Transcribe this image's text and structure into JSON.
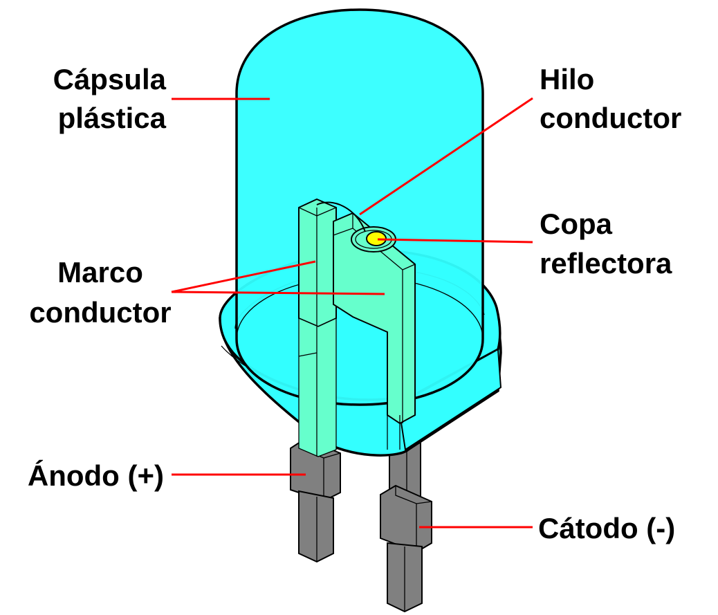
{
  "colors": {
    "capsule": "#33FFFF",
    "frame": "#66FFCC",
    "leads": "#808080",
    "chip": "#FFFF00",
    "leader_lines": "#FF0000"
  },
  "labels": {
    "capsula_line1": "Cápsula",
    "capsula_line2": "plástica",
    "hilo_line1": "Hilo",
    "hilo_line2": "conductor",
    "copa_line1": "Copa",
    "copa_line2": "reflectora",
    "marco_line1": "Marco",
    "marco_line2": "conductor",
    "anodo": "Ánodo (+)",
    "catodo": "Cátodo (-)"
  }
}
